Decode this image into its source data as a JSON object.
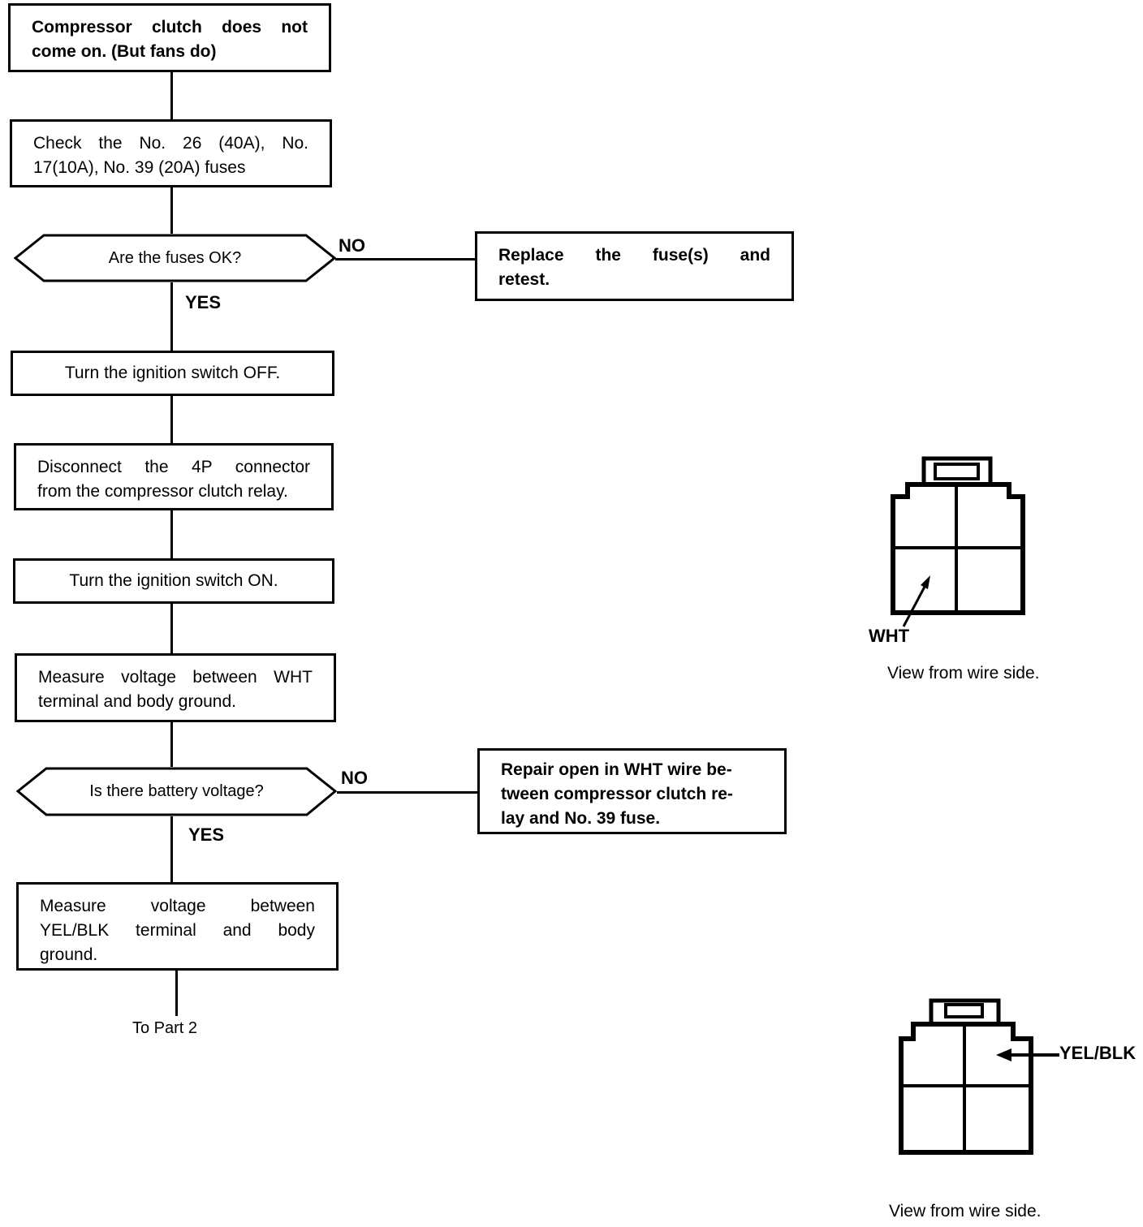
{
  "colors": {
    "ink": "#000000",
    "paper": "#ffffff"
  },
  "nodes": {
    "start": {
      "lines": [
        "Compressor clutch does not",
        "come on. (But fans do)"
      ]
    },
    "check_fuses": {
      "lines": [
        "Check the No. 26 (40A), No.",
        "17(10A), No. 39 (20A) fuses"
      ]
    },
    "fuses_ok": {
      "text": "Are the fuses OK?"
    },
    "replace_fuse": {
      "lines": [
        "Replace the fuse(s) and",
        "retest."
      ]
    },
    "ignition_off": {
      "text": "Turn the ignition switch OFF."
    },
    "disconnect_4p": {
      "lines": [
        "Disconnect the 4P connector",
        "from the compressor clutch relay."
      ]
    },
    "ignition_on": {
      "text": "Turn the ignition switch ON."
    },
    "measure_wht": {
      "lines": [
        "Measure voltage between WHT",
        "terminal and body ground."
      ]
    },
    "battery_voltage": {
      "text": "Is there battery voltage?"
    },
    "repair_wht": {
      "lines": [
        "Repair open in WHT wire be-",
        "tween compressor clutch re-",
        "lay and No. 39 fuse."
      ]
    },
    "measure_yelblk": {
      "lines": [
        "Measure voltage between",
        "YEL/BLK terminal and body",
        "ground."
      ]
    }
  },
  "edge_labels": {
    "no": "NO",
    "yes": "YES",
    "to_part2": "To Part 2"
  },
  "connector_views": {
    "wht": {
      "pin_label": "WHT",
      "caption": "View from wire side."
    },
    "yel_blk": {
      "pin_label": "YEL/BLK",
      "caption": "View from wire side."
    }
  }
}
